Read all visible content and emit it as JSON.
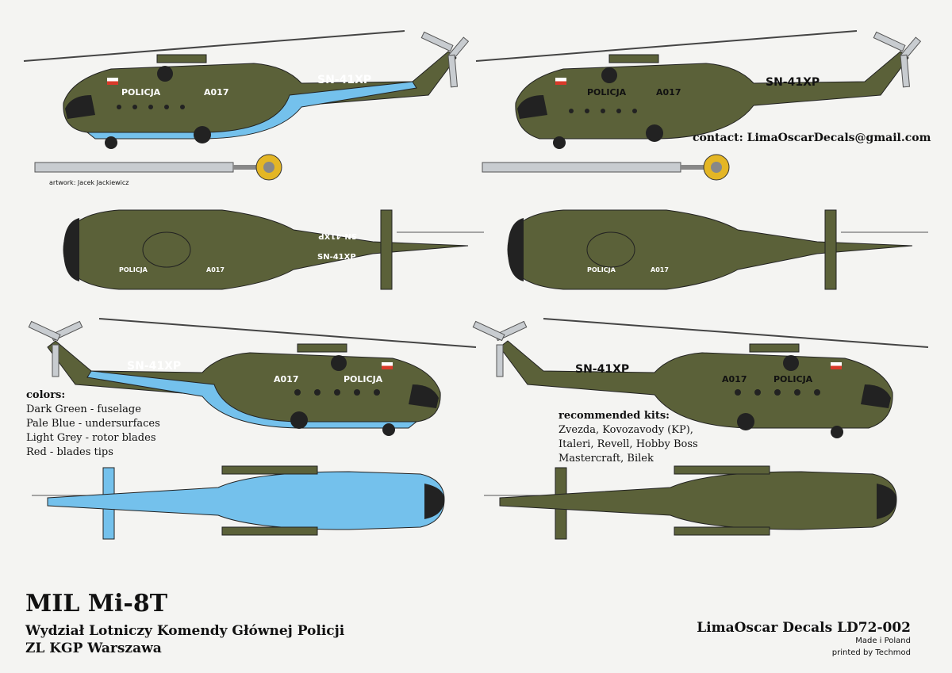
{
  "colors_legend": {
    "heading": "colors:",
    "items": [
      "Dark Green - fuselage",
      "Pale Blue - undersurfaces",
      "Light Grey - rotor blades",
      "Red - blades tips"
    ]
  },
  "kits": {
    "heading": "recommended kits:",
    "items": [
      "Zvezda, Kovozavody (KP),",
      "Italeri, Revell, Hobby Boss",
      "Mastercraft, Bilek"
    ]
  },
  "contact": "contact: LimaOscarDecals@gmail.com",
  "artwork_credit": "artwork: Jacek Jackiewicz",
  "title": "MIL Mi-8T",
  "subtitle_line1": "Wydział Lotniczy Komendy Głównej Policji",
  "subtitle_line2": "ZL KGP Warszawa",
  "product": "LimaOscar Decals LD72-002",
  "made_in": "Made i Poland",
  "printed_by": "printed by Techmod",
  "markings": {
    "police": "POLICJA",
    "code": "A017",
    "registration": "SN-41XP"
  },
  "palette": {
    "fuselage": "#5b6139",
    "undersurface": "#74c1ec",
    "rotor": "#c8ccd0",
    "tip": "#d93a2a",
    "background": "#f4f4f2"
  }
}
